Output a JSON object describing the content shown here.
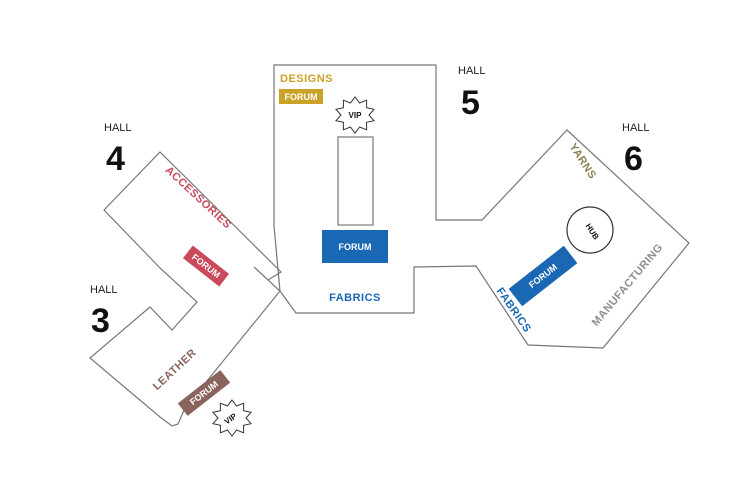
{
  "halls": [
    {
      "word": "HALL",
      "number": "4"
    },
    {
      "word": "HALL",
      "number": "5"
    },
    {
      "word": "HALL",
      "number": "6"
    },
    {
      "word": "HALL",
      "number": "3"
    }
  ],
  "zones": {
    "designs": "DESIGNS",
    "accessories": "ACCESSORIES",
    "leather": "LEATHER",
    "fabrics_center": "FABRICS",
    "fabrics_right": "FABRICS",
    "yarns": "YARNS",
    "manufacturing": "MANUFACTURING"
  },
  "forums": {
    "designs": "FORUM",
    "accessories": "FORUM",
    "center": "FORUM",
    "leather": "FORUM",
    "right": "FORUM"
  },
  "badges": {
    "vip_top": "VIP",
    "vip_bottom": "VIP",
    "hub": "HUB"
  },
  "colors": {
    "outline": "#777777",
    "designs": "#c9a227",
    "accessories": "#c94a5b",
    "leather": "#8a635c",
    "fabrics": "#1a67b4",
    "yarns": "#8b7e52",
    "manufacturing": "#8e8e8e"
  }
}
